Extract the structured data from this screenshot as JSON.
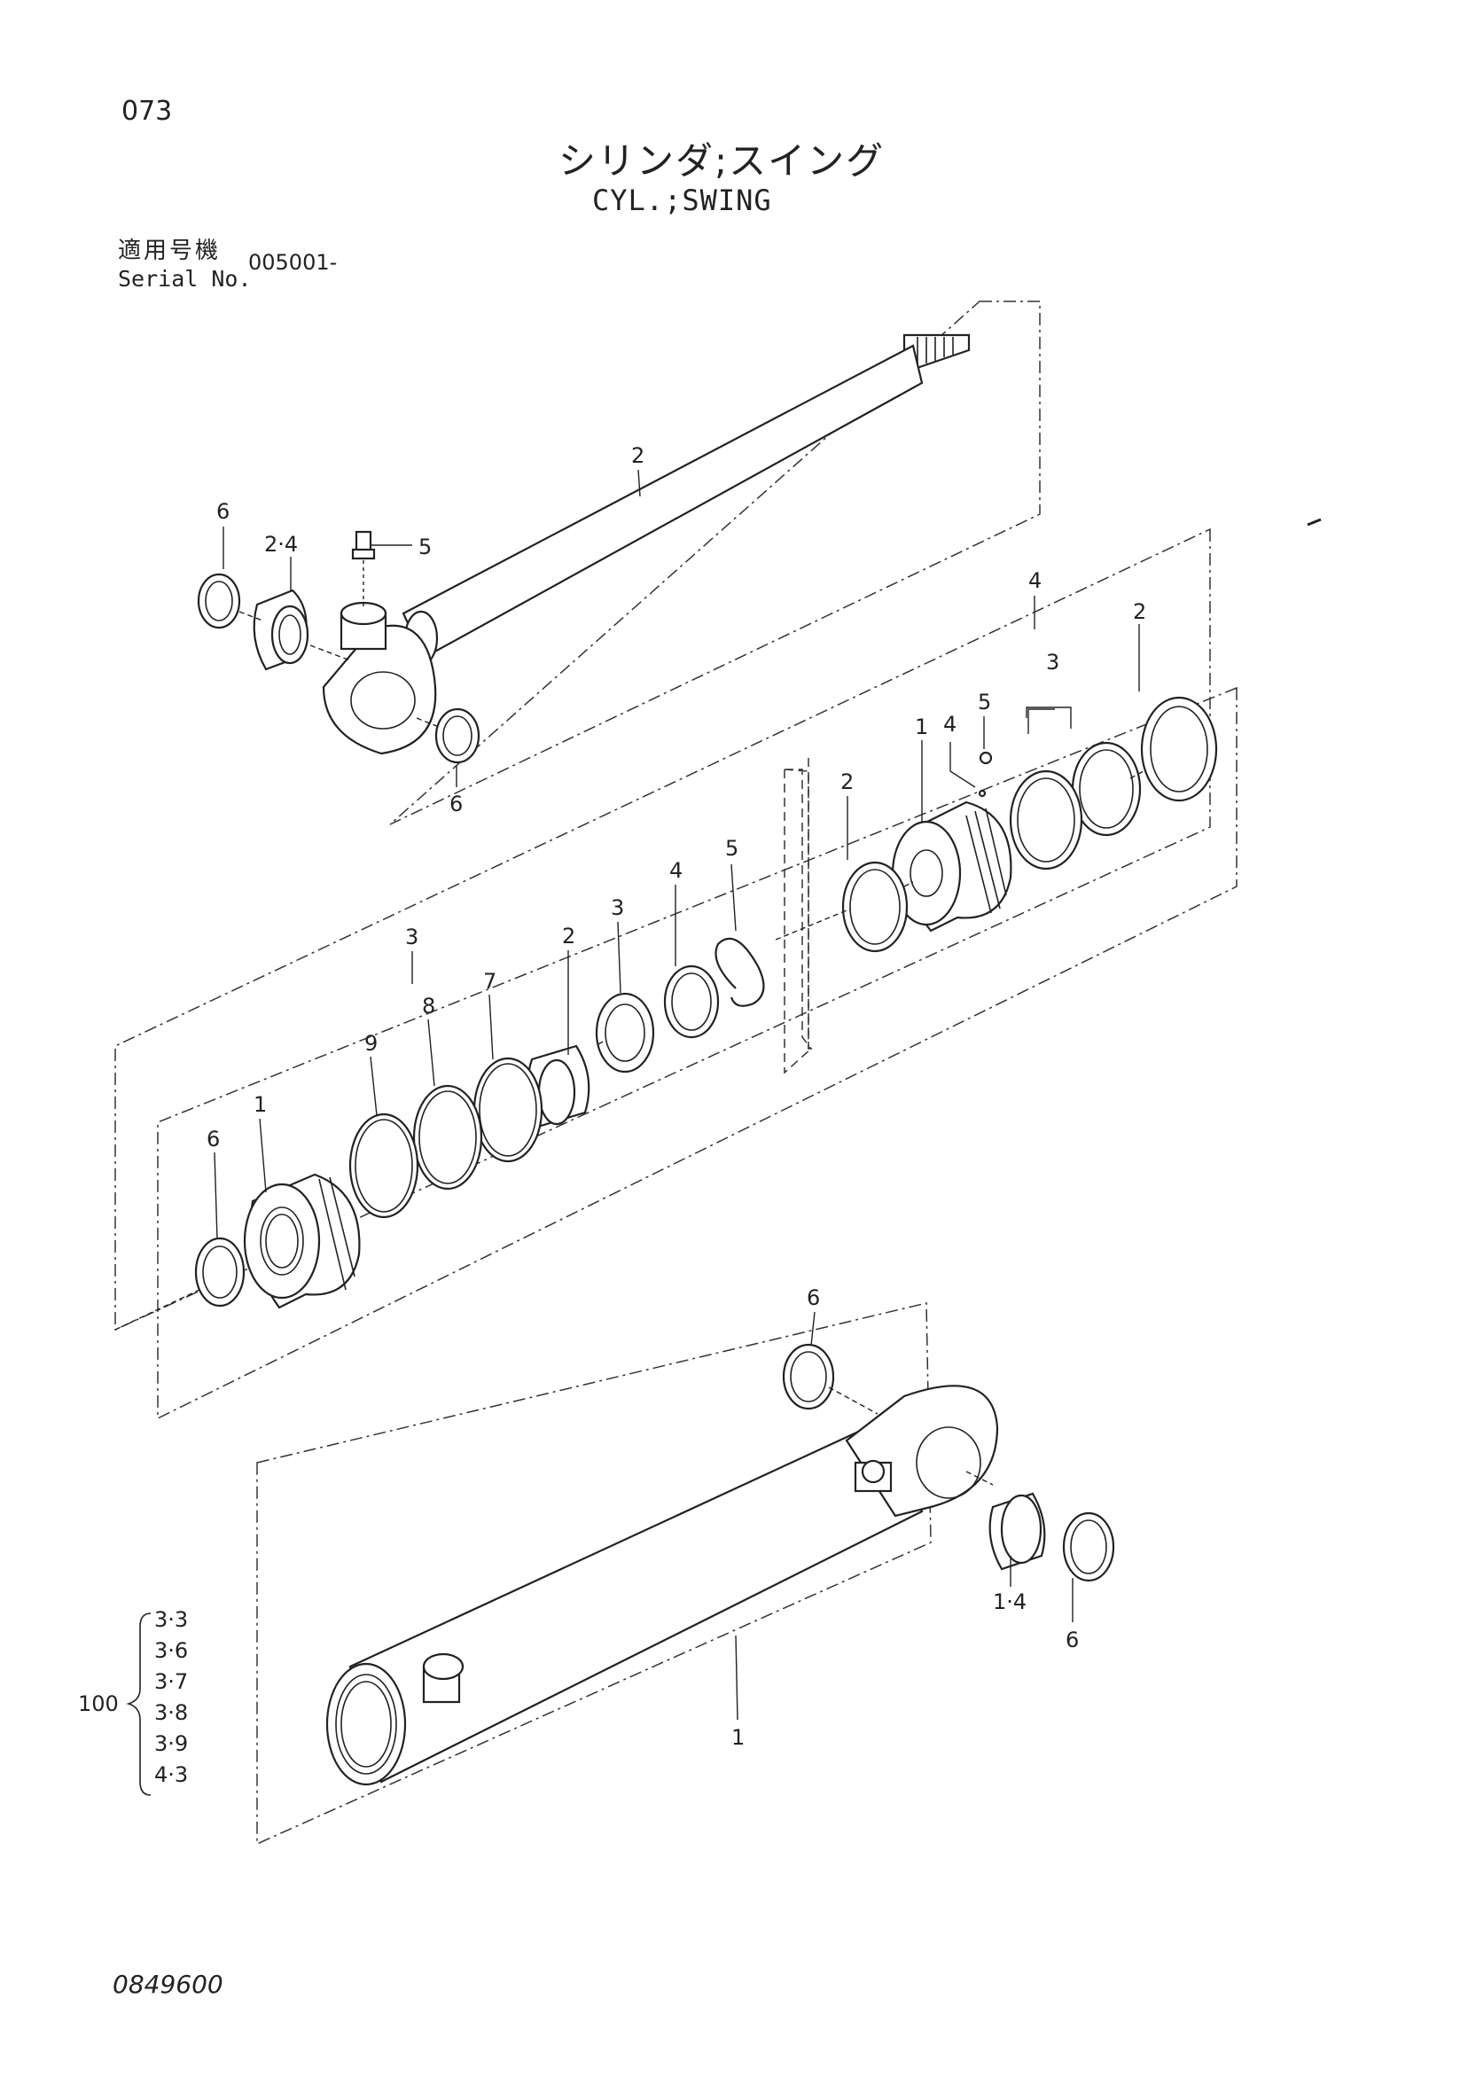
{
  "page": {
    "number": "073",
    "title_jp": "シリンダ;スイング",
    "title_en": "CYL.;SWING",
    "serial_label_jp": "適用号機",
    "serial_label_en": "Serial No.",
    "serial_value": "005001-",
    "doc_id": "0849600"
  },
  "callouts": {
    "rod_2": "2",
    "rod_6a": "6",
    "rod_24": "2·4",
    "rod_5": "5",
    "rod_6b": "6",
    "group_4": "4",
    "g4_2": "2",
    "g4_3": "3",
    "g4_5": "5",
    "g4_4": "4",
    "g4_1": "1",
    "g4_2b": "2",
    "group_3": "3",
    "g3_5": "5",
    "g3_4": "4",
    "g3_3": "3",
    "g3_2": "2",
    "g3_7": "7",
    "g3_8": "8",
    "g3_9": "9",
    "g3_1": "1",
    "g3_6": "6",
    "tube_6a": "6",
    "tube_14": "1·4",
    "tube_6b": "6",
    "tube_1": "1"
  },
  "kit": {
    "number": "100",
    "items": [
      "3·3",
      "3·6",
      "3·7",
      "3·8",
      "3·9",
      "4·3"
    ]
  }
}
